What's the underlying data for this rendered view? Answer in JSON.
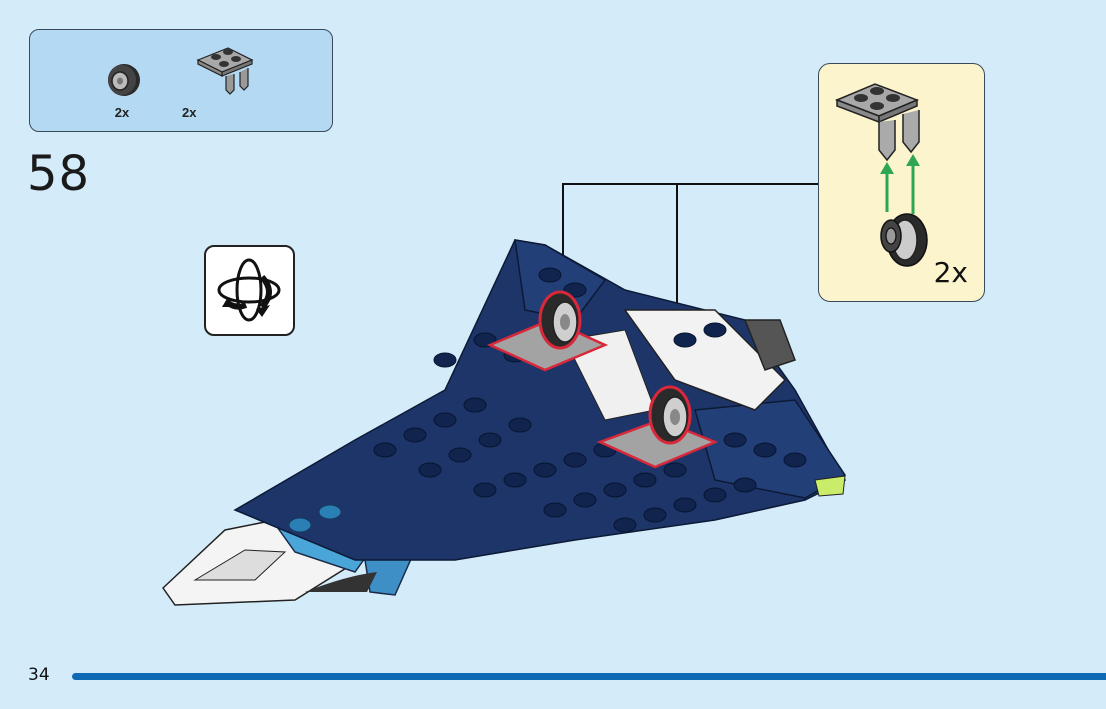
{
  "parts_list": {
    "items": [
      {
        "name": "wheel-with-tire",
        "quantity": "2x"
      },
      {
        "name": "plate-2x2-with-clips",
        "quantity": "2x"
      }
    ]
  },
  "step": {
    "number": "58"
  },
  "rotate_indicator": {
    "icon": "rotate-model-icon"
  },
  "callout": {
    "quantity": "2x"
  },
  "colors": {
    "background": "#d4ecfa",
    "parts_box": "#b4daf3",
    "callout_box": "#fcf4cc",
    "model_dark_blue": "#1d3569",
    "model_light_blue": "#4aa6d9",
    "highlight_red": "#d8283a",
    "arrow_green": "#2ea654",
    "page_bar": "#0e6ab5"
  },
  "footer": {
    "page_number": "34"
  }
}
